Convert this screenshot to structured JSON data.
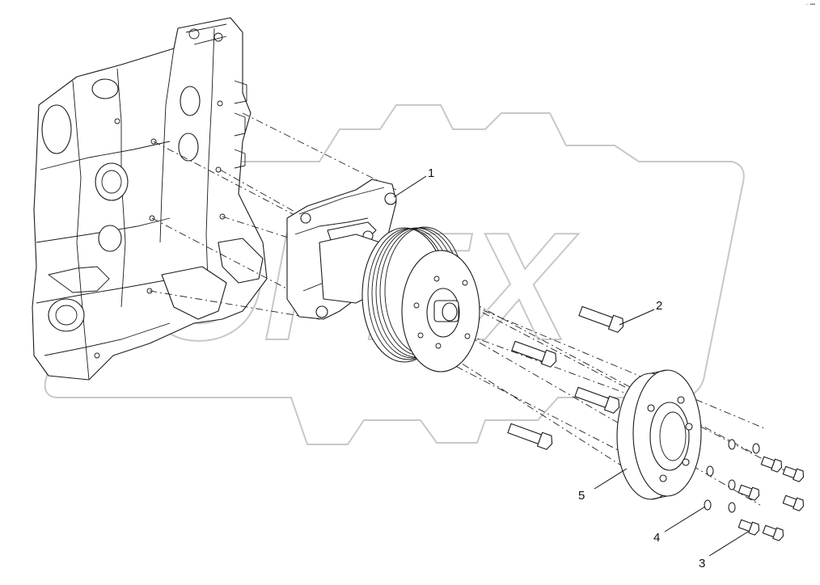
{
  "diagram": {
    "watermark": "OPEX",
    "corner_mark": "·◦ ▪▪▪",
    "callouts": [
      "1",
      "2",
      "3",
      "4",
      "5"
    ]
  }
}
